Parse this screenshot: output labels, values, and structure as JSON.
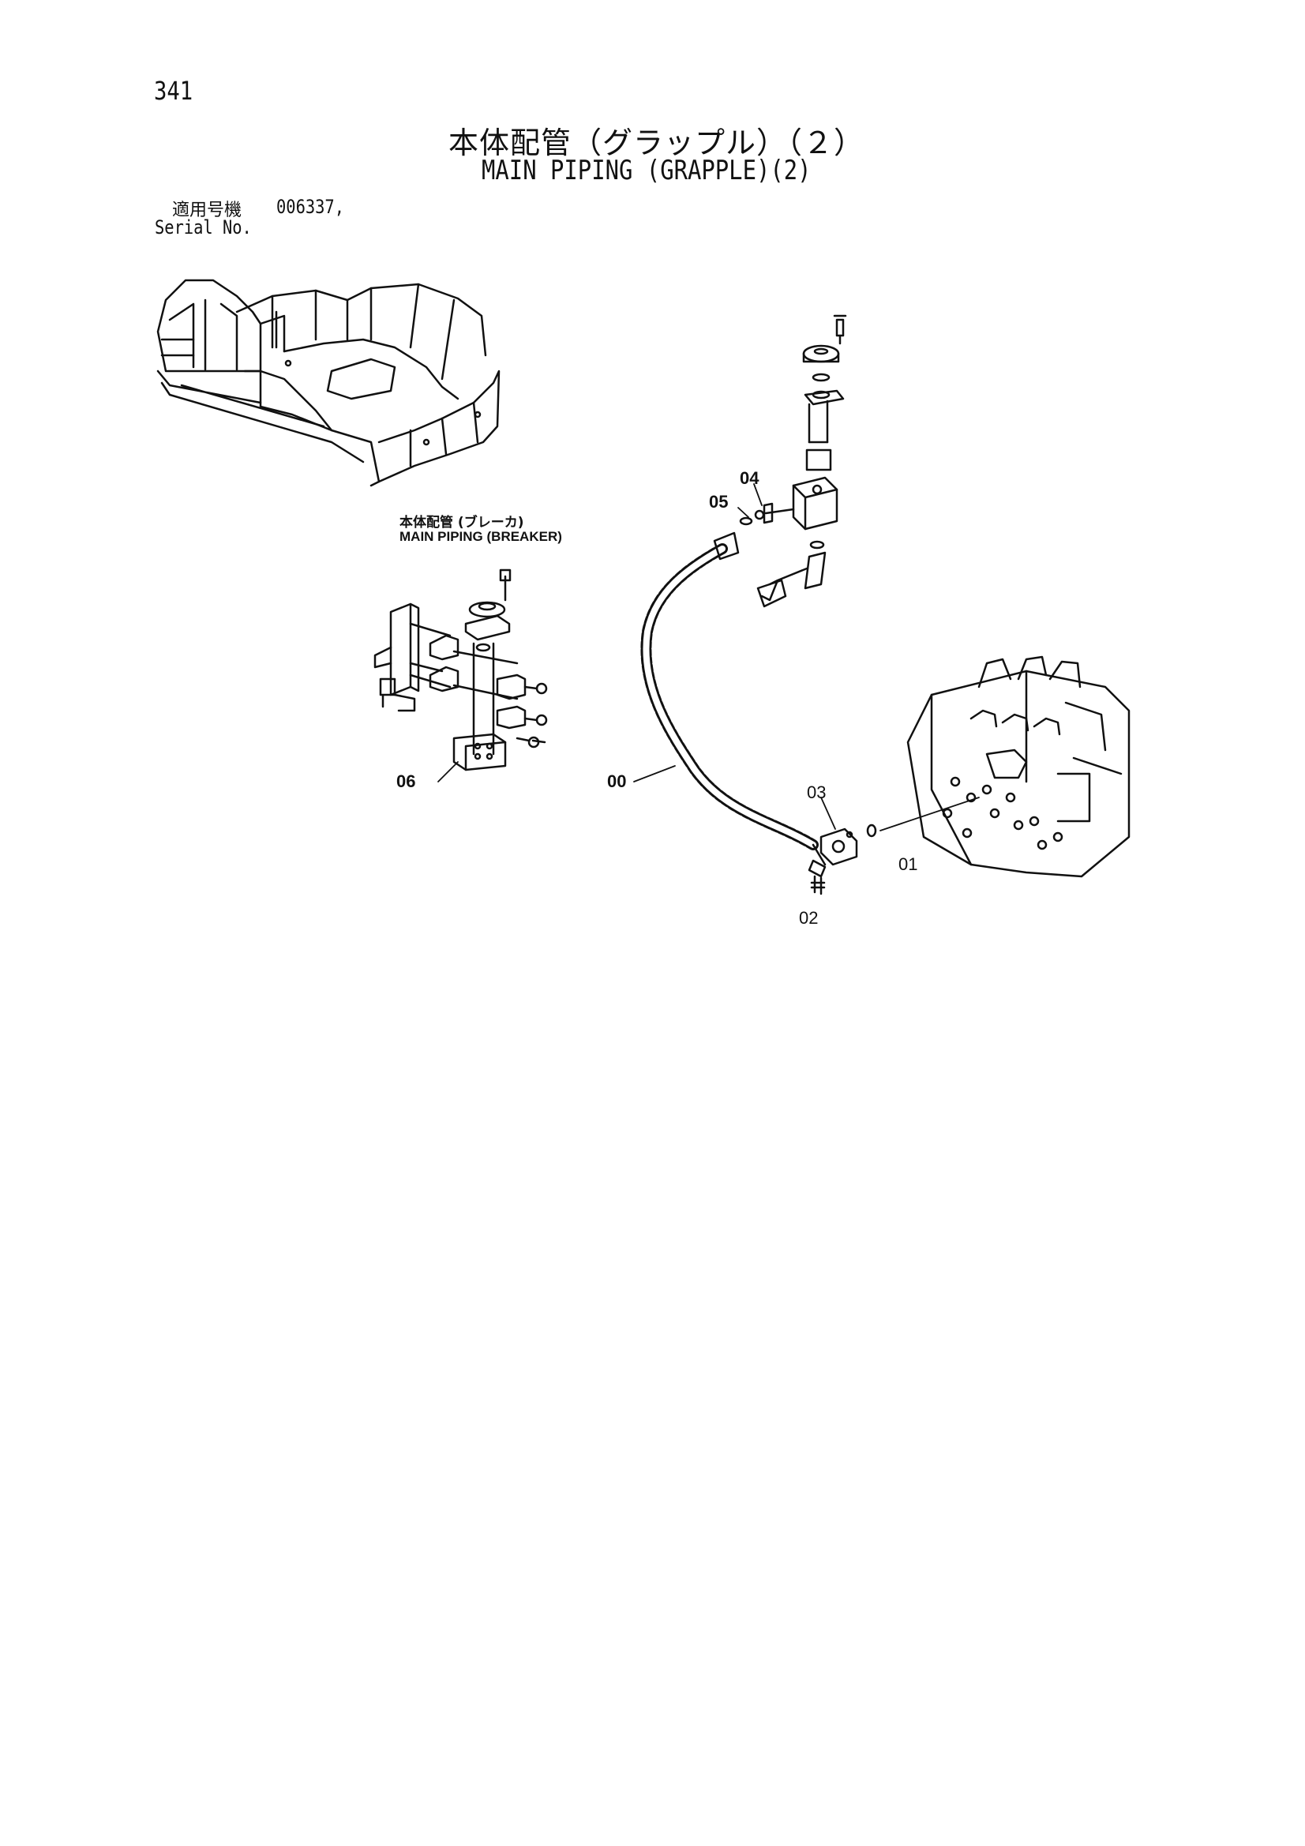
{
  "header": {
    "page_number": "341",
    "title_jp": "本体配管（グラップル）（２）",
    "title_en": "MAIN PIPING (GRAPPLE)(2)"
  },
  "serial": {
    "label_jp": "適用号機",
    "value": "006337,",
    "label_en": "Serial No."
  },
  "reference": {
    "label_jp": "本体配管 (ブレーカ)",
    "label_en": "MAIN PIPING (BREAKER)"
  },
  "callouts": [
    "00",
    "01",
    "02",
    "03",
    "04",
    "05",
    "06"
  ]
}
